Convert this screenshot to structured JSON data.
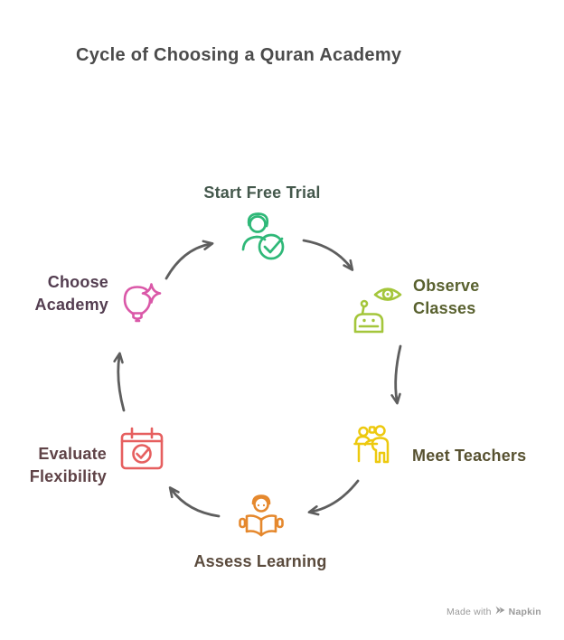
{
  "title": "Cycle of Choosing a Quran Academy",
  "colors": {
    "background": "#ffffff",
    "title": "#4b4b4b",
    "arrow": "#5e5e5e",
    "watermark": "#9a9a9a"
  },
  "steps": [
    {
      "name": "start-free-trial",
      "label": "Start Free Trial",
      "icon": "person-check-icon",
      "icon_color": "#2fb878",
      "label_color": "#44584c"
    },
    {
      "name": "observe-classes",
      "label": "Observe Classes",
      "icon": "eye-robot-icon",
      "icon_color": "#a4c63b",
      "label_color": "#59612f"
    },
    {
      "name": "meet-teachers",
      "label": "Meet Teachers",
      "icon": "teachers-icon",
      "icon_color": "#edc90e",
      "label_color": "#575130"
    },
    {
      "name": "assess-learning",
      "label": "Assess Learning",
      "icon": "reading-book-icon",
      "icon_color": "#e5882d",
      "label_color": "#5a4a3c"
    },
    {
      "name": "evaluate-flexibility",
      "label": "Evaluate Flexibility",
      "icon": "calendar-check-icon",
      "icon_color": "#e65f5f",
      "label_color": "#5f4347"
    },
    {
      "name": "choose-academy",
      "label": "Choose Academy",
      "icon": "lightbulb-sparkle-icon",
      "icon_color": "#da58a8",
      "label_color": "#533d50"
    }
  ],
  "watermark": {
    "prefix": "Made with",
    "brand": "Napkin"
  }
}
